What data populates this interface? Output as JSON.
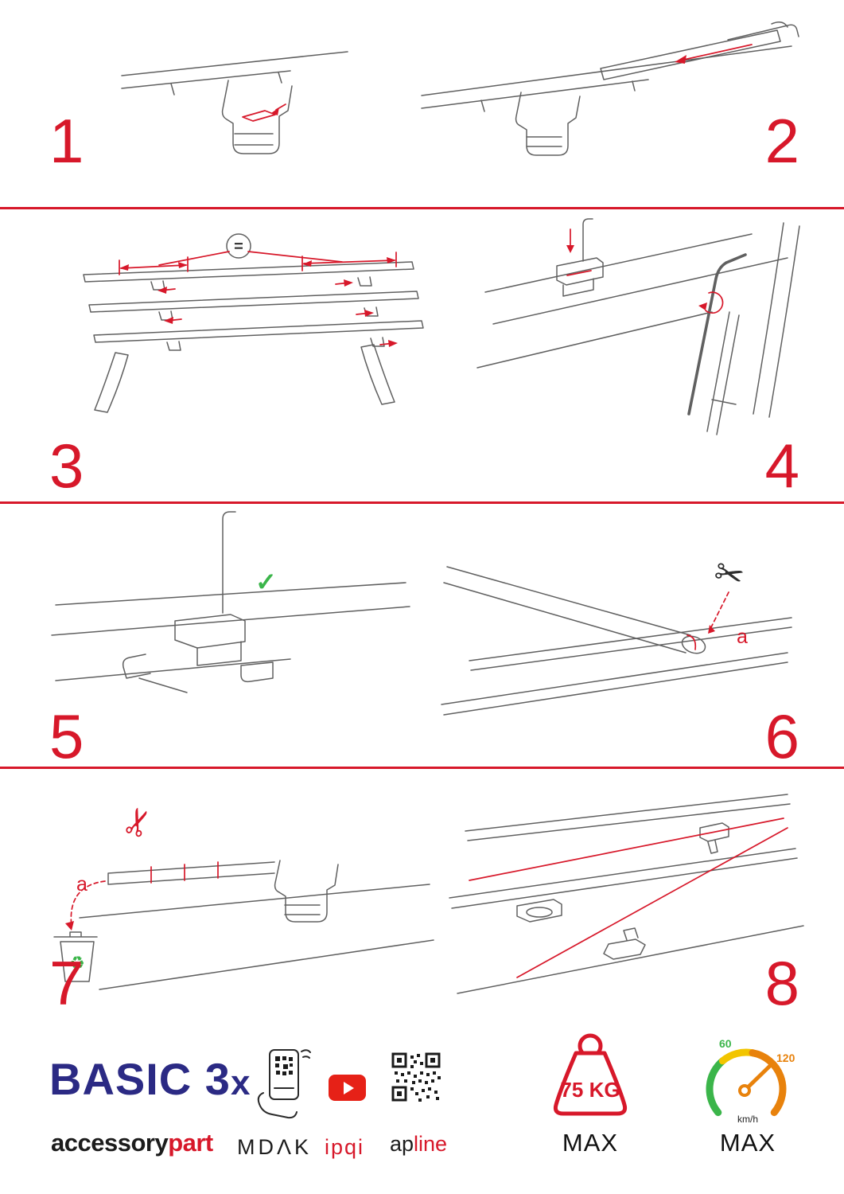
{
  "page": {
    "accent": "#d7182a",
    "ink": "#606060",
    "green": "#3bb54a",
    "navy": "#2b2a84",
    "orange": "#e8820c",
    "yellow": "#f2c500"
  },
  "steps": [
    {
      "number": "1"
    },
    {
      "number": "2"
    },
    {
      "number": "3"
    },
    {
      "number": "4"
    },
    {
      "number": "5"
    },
    {
      "number": "6"
    },
    {
      "number": "7"
    },
    {
      "number": "8"
    }
  ],
  "annotations": {
    "equal_spacing": "=",
    "check": "✓",
    "scissors": "✂",
    "cut_label": "a",
    "recycle": "♻"
  },
  "footer": {
    "product": "BASIC 3",
    "product_suffix": "x",
    "brand": {
      "black": "accessory",
      "red": "part"
    },
    "logos": {
      "mdak": "MDΛK",
      "ipqi": "ipqi",
      "apline_black": "ap",
      "apline_red": "line"
    },
    "weight": {
      "value": "75 KG",
      "label": "MAX"
    },
    "speed": {
      "low": "60",
      "high": "120",
      "unit": "km/h",
      "label": "MAX"
    }
  }
}
